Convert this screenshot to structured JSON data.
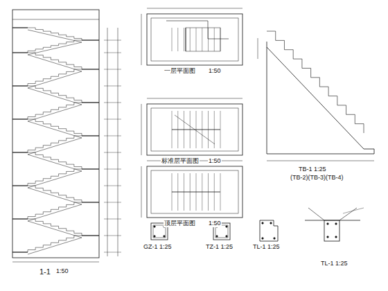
{
  "diagram": {
    "labels": [
      "1-1",
      "1:50",
      "一层平面图",
      "1:50",
      "标准层平面图",
      "1:50",
      "顶层平面图",
      "1:50",
      "TB-1 1:25",
      "(TB-2)(TB-3)(TB-4)",
      "TL-1 1:25",
      "GZ-1 1:25",
      "TZ-1 1:25",
      "TL-1 1:25"
    ]
  }
}
